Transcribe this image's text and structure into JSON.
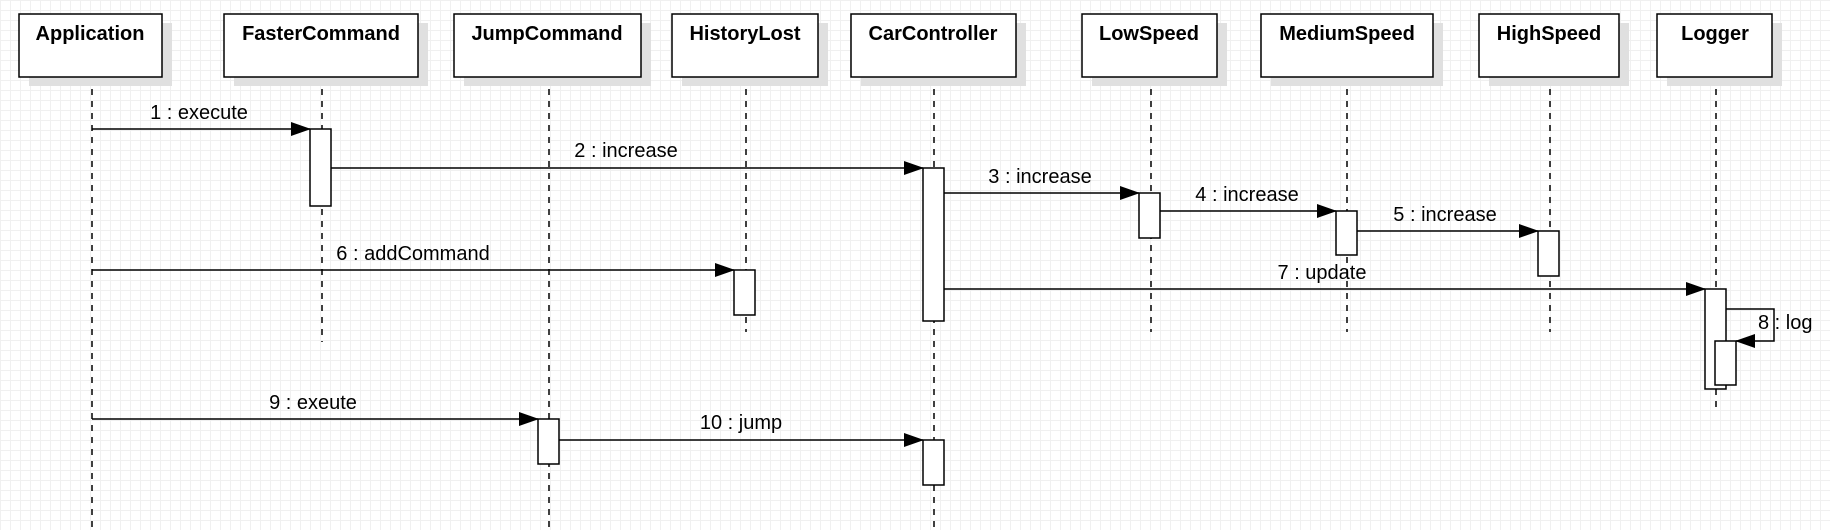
{
  "diagram": {
    "participants": [
      {
        "id": "app",
        "label": "Application"
      },
      {
        "id": "faster",
        "label": "FasterCommand"
      },
      {
        "id": "jump",
        "label": "JumpCommand"
      },
      {
        "id": "history",
        "label": "HistoryLost"
      },
      {
        "id": "car",
        "label": "CarController"
      },
      {
        "id": "low",
        "label": "LowSpeed"
      },
      {
        "id": "medium",
        "label": "MediumSpeed"
      },
      {
        "id": "high",
        "label": "HighSpeed"
      },
      {
        "id": "logger",
        "label": "Logger"
      }
    ],
    "messages": [
      {
        "from": "app",
        "to": "faster",
        "label": "1 : execute"
      },
      {
        "from": "faster",
        "to": "car",
        "label": "2 : increase"
      },
      {
        "from": "car",
        "to": "low",
        "label": "3 : increase"
      },
      {
        "from": "low",
        "to": "medium",
        "label": "4 : increase"
      },
      {
        "from": "medium",
        "to": "high",
        "label": "5 : increase"
      },
      {
        "from": "app",
        "to": "history",
        "label": "6 : addCommand"
      },
      {
        "from": "car",
        "to": "logger",
        "label": "7 : update"
      },
      {
        "from": "logger",
        "to": "logger",
        "label": "8 : log"
      },
      {
        "from": "app",
        "to": "jump",
        "label": "9 : exeute"
      },
      {
        "from": "jump",
        "to": "car",
        "label": "10 : jump"
      }
    ],
    "colors": {
      "stroke": "#000000",
      "box_fill": "#ffffff",
      "shadow": "#e0e0e0",
      "grid": "#f0f0f0"
    }
  }
}
